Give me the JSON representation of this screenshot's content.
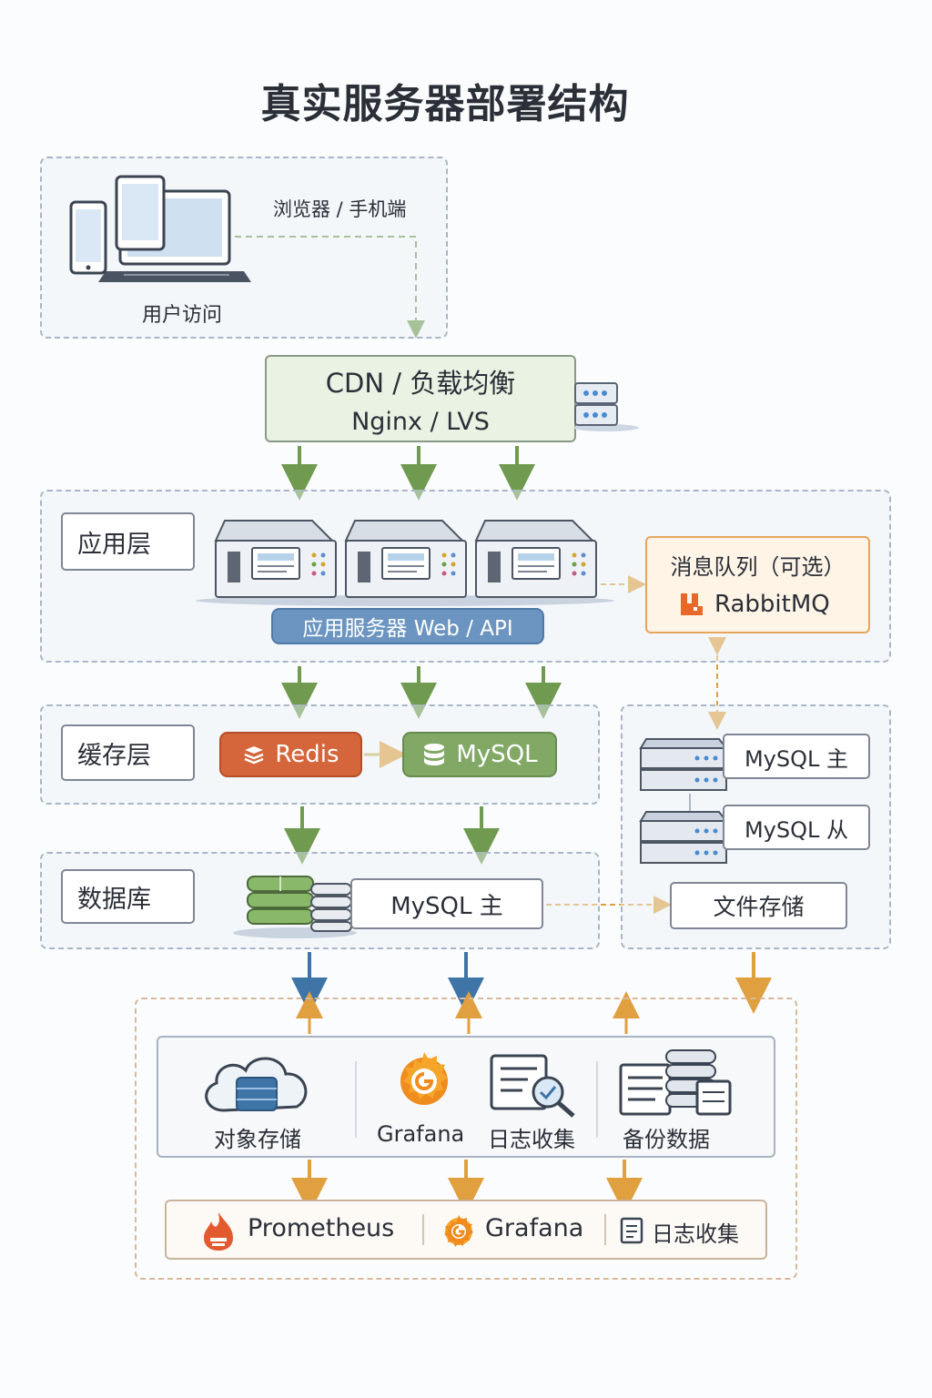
{
  "title": "真实服务器部署结构",
  "client": {
    "caption": "浏览器 / 手机端",
    "label": "用户访问"
  },
  "lb": {
    "line1": "CDN / 负载均衡",
    "line2": "Nginx / LVS"
  },
  "app_layer": {
    "label": "应用层",
    "servers_label": "应用服务器 Web / API"
  },
  "mq": {
    "title": "消息队列（可选）",
    "name": "RabbitMQ"
  },
  "cache_layer": {
    "label": "缓存层",
    "redis": "Redis",
    "mysql": "MySQL"
  },
  "db_right": {
    "master": "MySQL 主",
    "slave": "MySQL 从",
    "file_storage": "文件存储"
  },
  "db_layer": {
    "label": "数据库",
    "master": "MySQL 主"
  },
  "services": {
    "object_storage": "对象存储",
    "grafana": "Grafana",
    "log_collect": "日志收集",
    "backup_data": "备份数据"
  },
  "monitor": {
    "prometheus": "Prometheus",
    "grafana": "Grafana",
    "log_collect": "日志收集"
  },
  "colors": {
    "green": "#6f9a4f",
    "blue": "#3e74a6",
    "orange": "#e0a040",
    "redis": "#d5653a",
    "mysql": "#82a866",
    "app_pill": "#6b95c0"
  }
}
